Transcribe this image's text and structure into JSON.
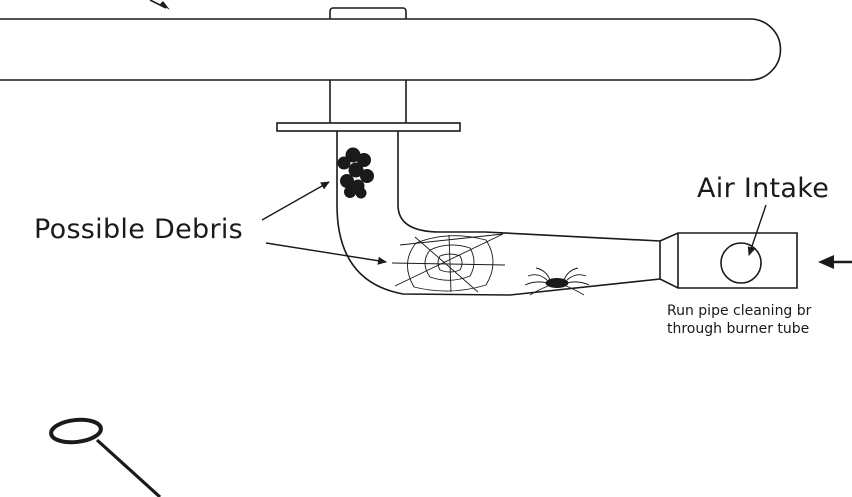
{
  "labels": {
    "debris": "Possible Debris",
    "air_intake": "Air Intake",
    "instruction_line1": "Run pipe cleaning br",
    "instruction_line2": "through burner tube"
  },
  "colors": {
    "ink": "#1a1a1a",
    "paper": "#ffffff"
  },
  "icons": [
    "spider-web-icon",
    "spider-icon",
    "debris-cluster-icon",
    "direction-arrow-icon",
    "pipe-cleaning-brush-icon"
  ]
}
